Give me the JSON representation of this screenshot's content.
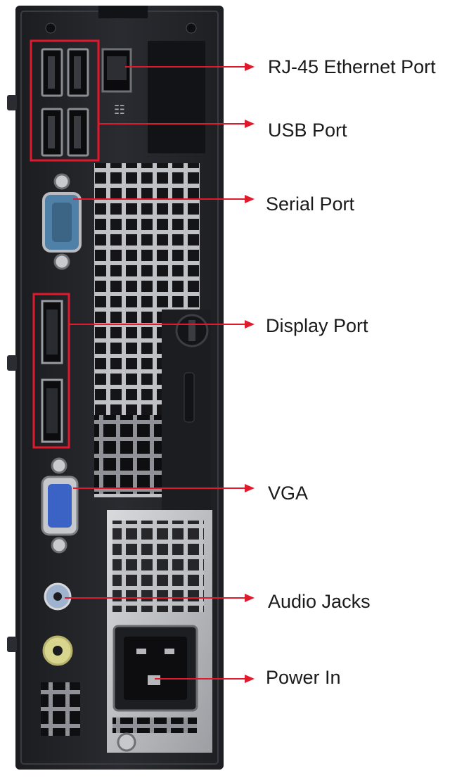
{
  "labels": {
    "ethernet": "RJ-45 Ethernet Port",
    "usb": "USB Port",
    "serial": "Serial Port",
    "display": "Display Port",
    "vga": "VGA",
    "audio": "Audio Jacks",
    "power": "Power In"
  },
  "colors": {
    "chassis": "#25262b",
    "callout": "#e0192d",
    "serial_port": "#4e80a8",
    "vga_port": "#3b63c6",
    "audio_mic": "#9fb3cf",
    "audio_line": "#d8d58e"
  }
}
